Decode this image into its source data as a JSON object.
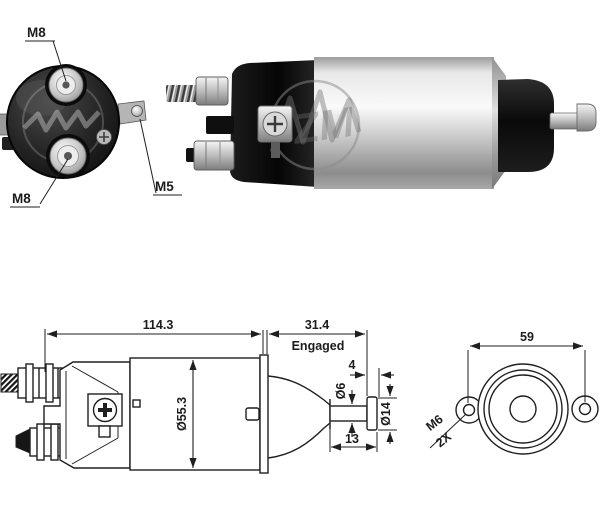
{
  "brand": {
    "watermark_text": "ZM"
  },
  "rear_view": {
    "labels": {
      "top_terminal": "M8",
      "bottom_terminal": "M8",
      "side_terminal": "M5"
    }
  },
  "side_drawing": {
    "dims": {
      "overall_length": "114.3",
      "engaged_length": "31.4",
      "engaged_caption": "Engaged",
      "body_diameter": "Ø55.3",
      "head_width": "4",
      "rod_diameter": "Ø6",
      "head_diameter": "Ø14",
      "rod_length": "13"
    }
  },
  "flange_view": {
    "dims": {
      "mount_hole_spacing": "59",
      "mount_thread": "M6",
      "mount_thread_qty": "2X"
    }
  },
  "colors": {
    "background": "#ffffff",
    "line_art": "#1f1f1f",
    "metal_light": "#f2f2f2",
    "metal_mid": "#c4c4c4",
    "metal_dark": "#8a8a8a",
    "plastic_black": "#121212",
    "watermark_gray": "#8a8a8a"
  }
}
